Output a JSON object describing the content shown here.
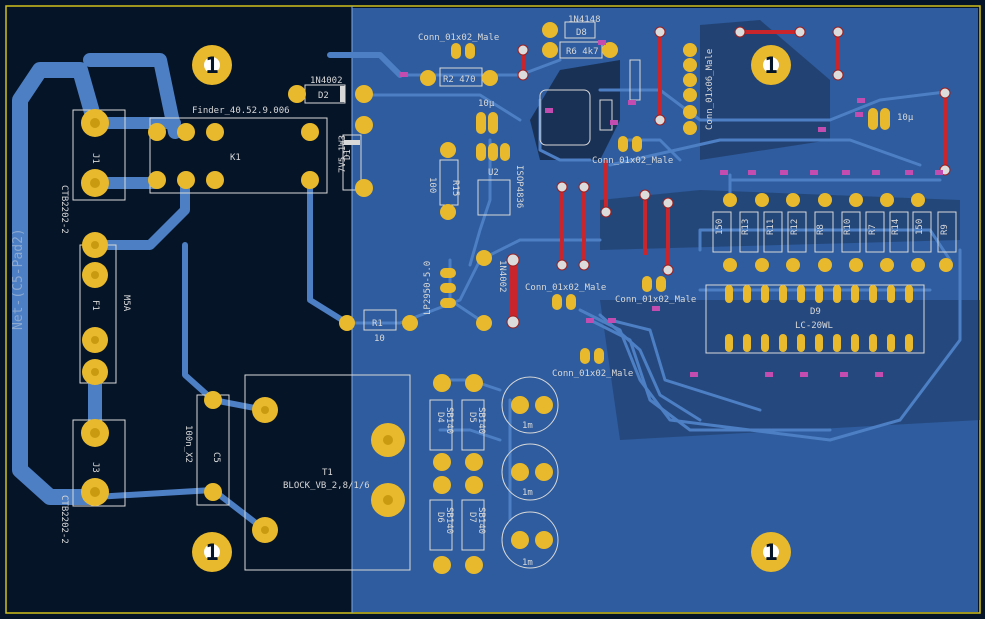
{
  "colors": {
    "background": "#061428",
    "copper_fill": "#2e5c9e",
    "trace": "#4d7fc4",
    "trace_dark": "#1a3156",
    "pad": "#e8b92c",
    "via": "#dcdcdc",
    "silk": "#d8d8d8",
    "front_trace": "#c8262c",
    "outline": "#d0c01c"
  },
  "labels": {
    "net_label": "Net-(C5-Pad2)",
    "conn_j1": "CTB2202-2",
    "j1": "J1",
    "conn_j3": "CTB2202-2",
    "j3": "J3",
    "relay_part": "Finder_40.52.9.006",
    "k1": "K1",
    "fuse_part": "M5A",
    "f1": "F1",
    "d2_part": "1N4002",
    "d2": "D2",
    "d1_part": "7V5_1W3",
    "d1": "D1",
    "r1": "R1",
    "r1_val": "10",
    "c5": "C5",
    "c5_val": "100n_X2",
    "t1": "T1",
    "t1_part": "BLOCK_VB_2,8/1/6",
    "r2": "R2 470",
    "conn_top": "Conn_01x02_Male",
    "d8_part": "1N4148",
    "d8": "D8",
    "r6": "R6 4k7",
    "c_10u_a": "10µ",
    "c_10u_b": "10µ",
    "r15": "R15",
    "r15_val": "100",
    "isop": "ISOP4836",
    "u2": "U2",
    "reg_part": "LP2950-5.0",
    "d3_part": "1N4002",
    "d4": "D4",
    "d4_part": "SB140",
    "d5": "D5",
    "d5_part": "SB140",
    "d6": "D6",
    "d6_part": "SB140",
    "d7": "D7",
    "d7_part": "SB140",
    "c_1m": "1m",
    "conn_mid1": "Conn_01x02_Male",
    "conn_mid2": "Conn_01x02_Male",
    "conn_mid3": "Conn_01x02_Male",
    "conn_mid4": "Conn_01x02_Male",
    "conn_01x06": "Conn_01x06_Male",
    "d9": "D9",
    "d9_part": "LC-20WL",
    "r_val": "150",
    "res_refs": [
      "R13",
      "R11",
      "R12",
      "R8",
      "R10",
      "R7",
      "R14",
      "R9"
    ],
    "mount_hole": "1"
  }
}
